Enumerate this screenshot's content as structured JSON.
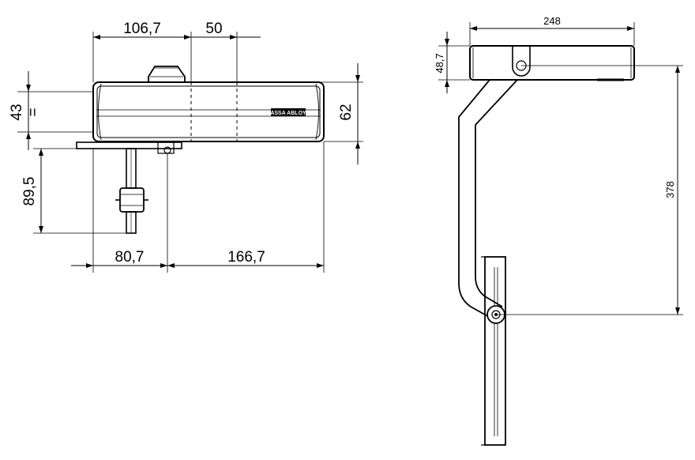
{
  "colors": {
    "stroke": "#000000",
    "background": "#ffffff",
    "thin": "#333333"
  },
  "front_view": {
    "dim_top_left": "106,7",
    "dim_top_right": "50",
    "dim_body_height_left": "43",
    "equal_mark": "=",
    "dim_body_height_right": "62",
    "dim_shoe_drop": "89,5",
    "dim_bottom_left": "80,7",
    "dim_bottom_right": "166,7",
    "logo_text": "ASSA ABLOY"
  },
  "side_view": {
    "dim_width": "248",
    "dim_depth": "48,7",
    "dim_arm_length": "378"
  }
}
